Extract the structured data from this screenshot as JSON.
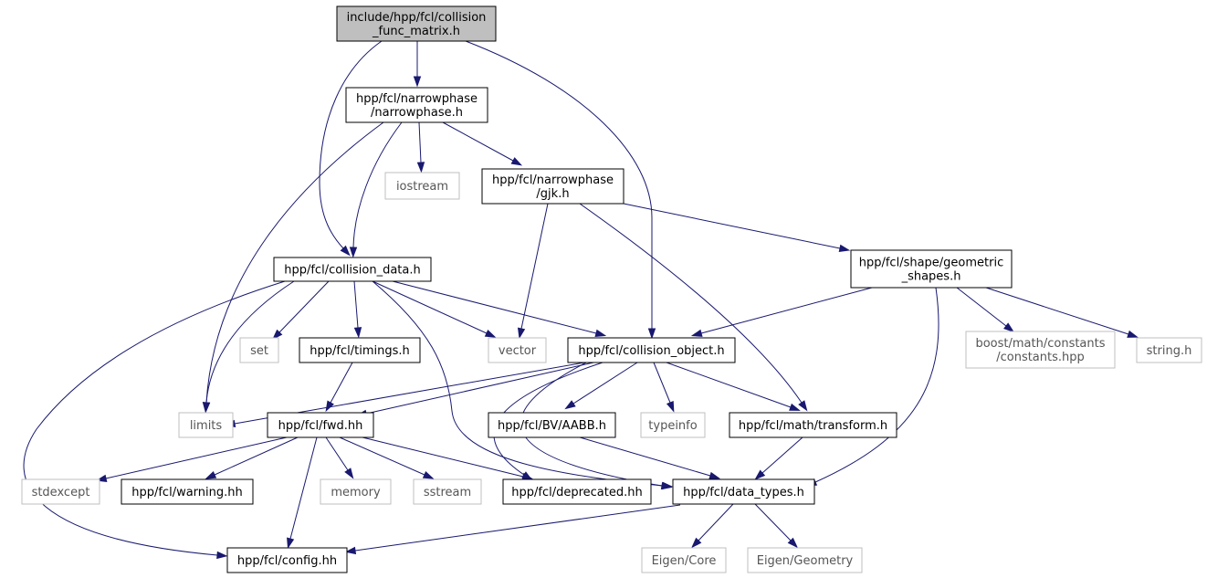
{
  "graph": {
    "nodes": {
      "root": [
        "include/hpp/fcl/collision",
        "_func_matrix.h"
      ],
      "narrow": [
        "hpp/fcl/narrowphase",
        "/narrowphase.h"
      ],
      "iostream": [
        "iostream"
      ],
      "gjk": [
        "hpp/fcl/narrowphase",
        "/gjk.h"
      ],
      "coldata": [
        "hpp/fcl/collision_data.h"
      ],
      "geom": [
        "hpp/fcl/shape/geometric",
        "_shapes.h"
      ],
      "set": [
        "set"
      ],
      "timings": [
        "hpp/fcl/timings.h"
      ],
      "vector": [
        "vector"
      ],
      "colobj": [
        "hpp/fcl/collision_object.h"
      ],
      "boostc": [
        "boost/math/constants",
        "/constants.hpp"
      ],
      "stringh": [
        "string.h"
      ],
      "limits": [
        "limits"
      ],
      "fwd": [
        "hpp/fcl/fwd.hh"
      ],
      "aabb": [
        "hpp/fcl/BV/AABB.h"
      ],
      "typeinfo": [
        "typeinfo"
      ],
      "transform": [
        "hpp/fcl/math/transform.h"
      ],
      "stdexcept": [
        "stdexcept"
      ],
      "warning": [
        "hpp/fcl/warning.hh"
      ],
      "memory": [
        "memory"
      ],
      "sstream": [
        "sstream"
      ],
      "deprecated": [
        "hpp/fcl/deprecated.hh"
      ],
      "datatypes": [
        "hpp/fcl/data_types.h"
      ],
      "eigencore": [
        "Eigen/Core"
      ],
      "eigengeom": [
        "Eigen/Geometry"
      ],
      "config": [
        "hpp/fcl/config.hh"
      ]
    }
  }
}
